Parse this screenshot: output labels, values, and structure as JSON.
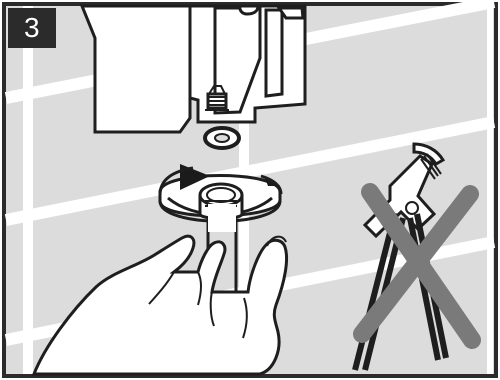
{
  "step": {
    "number": "3"
  },
  "colors": {
    "frame_border": "#2b2b2b",
    "tile_fill": "#dcdcdc",
    "grout": "#ffffff",
    "line": "#1e1e1e",
    "part_fill": "#ffffff",
    "shadow_fill": "#bdbdbd",
    "arrow_fill": "#1b1b1b",
    "prohibition_cross": "#7a7a7a"
  },
  "icons": [
    "shower-hose-connector",
    "washer-seal",
    "threaded-nut",
    "counter-clockwise-arrow",
    "hand",
    "pipe-wrench",
    "prohibition-cross"
  ]
}
